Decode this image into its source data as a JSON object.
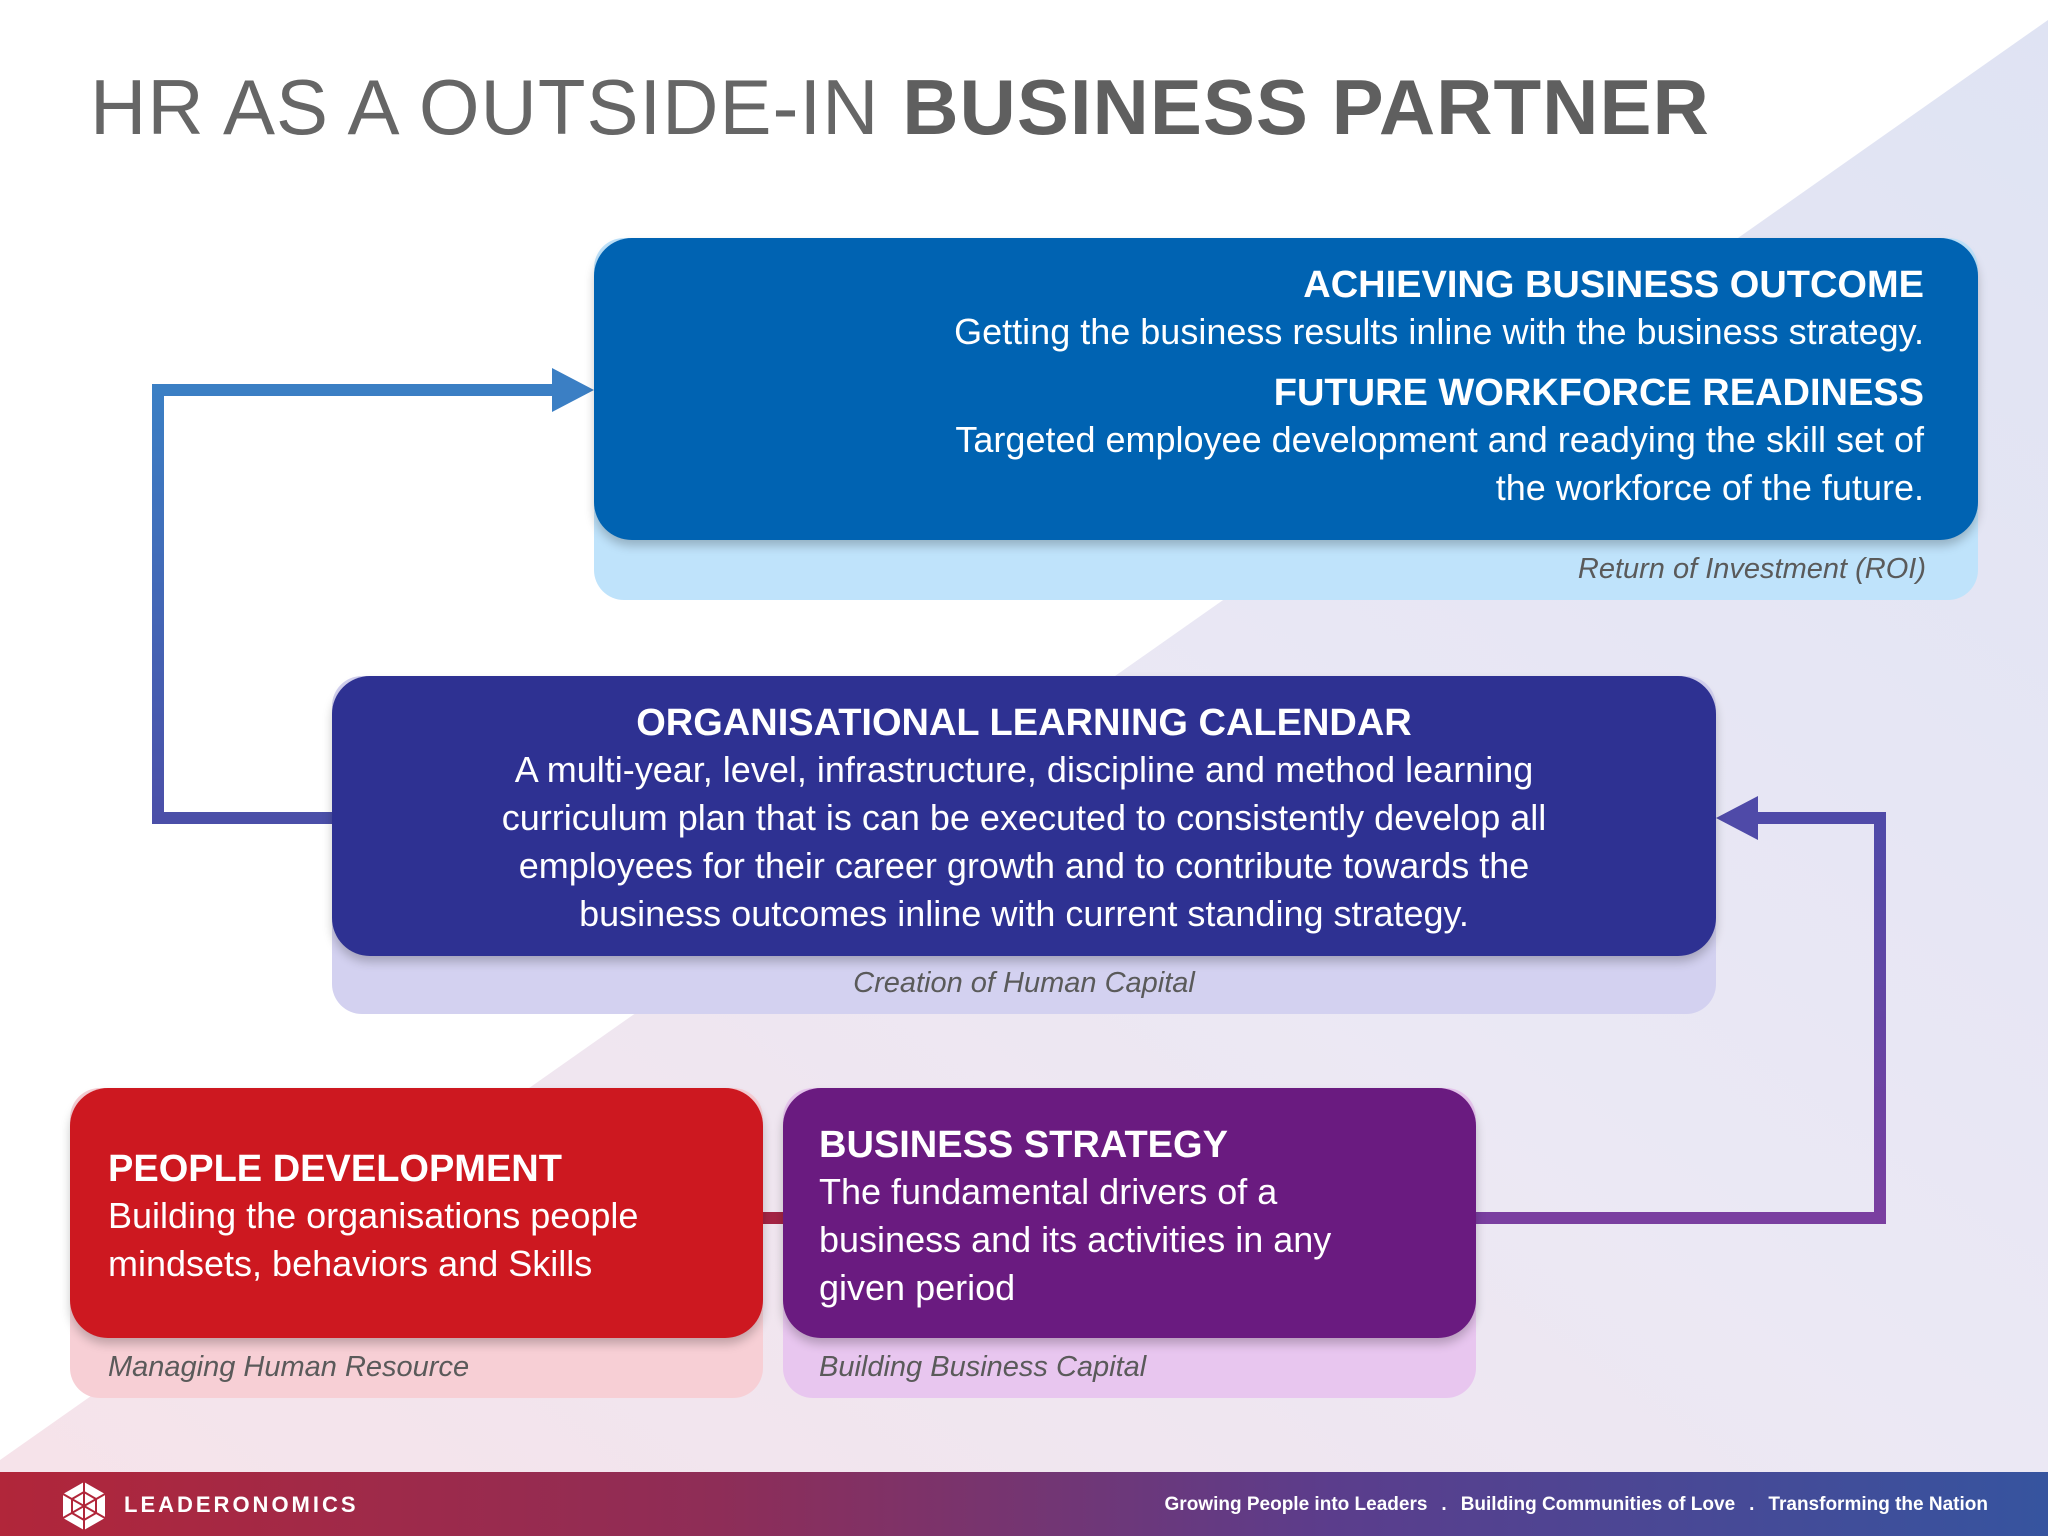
{
  "title": {
    "light": "HR AS A OUTSIDE-IN ",
    "bold": "BUSINESS PARTNER"
  },
  "cards": {
    "top": {
      "heading1": "ACHIEVING BUSINESS OUTCOME",
      "text1": "Getting the business results inline with the business strategy.",
      "heading2": "FUTURE WORKFORCE READINESS",
      "text2_line1": "Targeted employee development and readying the skill set of",
      "text2_line2": "the workforce of the future.",
      "caption": "Return of Investment (ROI)"
    },
    "middle": {
      "heading": "ORGANISATIONAL LEARNING CALENDAR",
      "line1": "A multi-year, level, infrastructure, discipline and method learning",
      "line2": "curriculum plan that is can be executed to consistently develop all",
      "line3": "employees for their career growth and to contribute towards the",
      "line4": "business outcomes inline with current standing strategy.",
      "caption": "Creation of Human Capital"
    },
    "people": {
      "heading": "PEOPLE DEVELOPMENT",
      "line1": "Building the organisations people",
      "line2": "mindsets, behaviors and Skills",
      "caption": "Managing Human Resource"
    },
    "strategy": {
      "heading": "BUSINESS STRATEGY",
      "line1": "The fundamental drivers of a",
      "line2": "business and its activities in any",
      "line3": "given period",
      "caption": "Building Business Capital"
    }
  },
  "footer": {
    "brand": "LEADERONOMICS",
    "tag1": "Growing People into Leaders",
    "tag2": "Building Communities of Love",
    "tag3": "Transforming the Nation",
    "separator": "."
  },
  "colors": {
    "top_card": "#0063b2",
    "middle_card": "#2e3192",
    "people_card": "#cd1820",
    "strategy_card": "#6a1b80",
    "arrow_left": "#3b7fc4",
    "arrow_right": "#5a4aa6"
  },
  "icons": {
    "logo": "leaderonomics-globe-icon"
  }
}
